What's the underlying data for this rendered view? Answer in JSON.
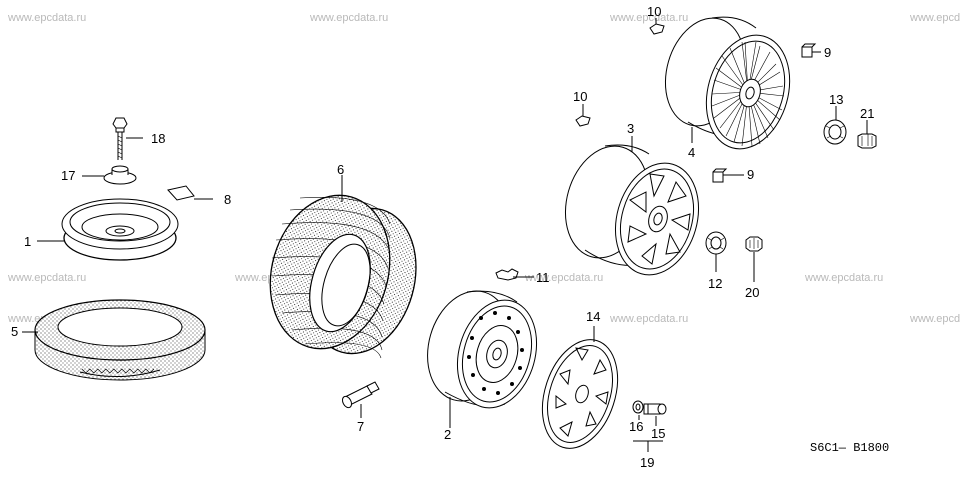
{
  "watermark_text": "www.epcdata.ru",
  "diagram_code": "S6C1— B1800",
  "callouts": {
    "c1": "1",
    "c2": "2",
    "c3": "3",
    "c4": "4",
    "c5": "5",
    "c6": "6",
    "c7": "7",
    "c8": "8",
    "c9a": "9",
    "c9b": "9",
    "c10a": "10",
    "c10b": "10",
    "c11": "11",
    "c12": "12",
    "c13": "13",
    "c14": "14",
    "c15": "15",
    "c16": "16",
    "c17": "17",
    "c18": "18",
    "c19": "19",
    "c20": "20",
    "c21": "21"
  }
}
